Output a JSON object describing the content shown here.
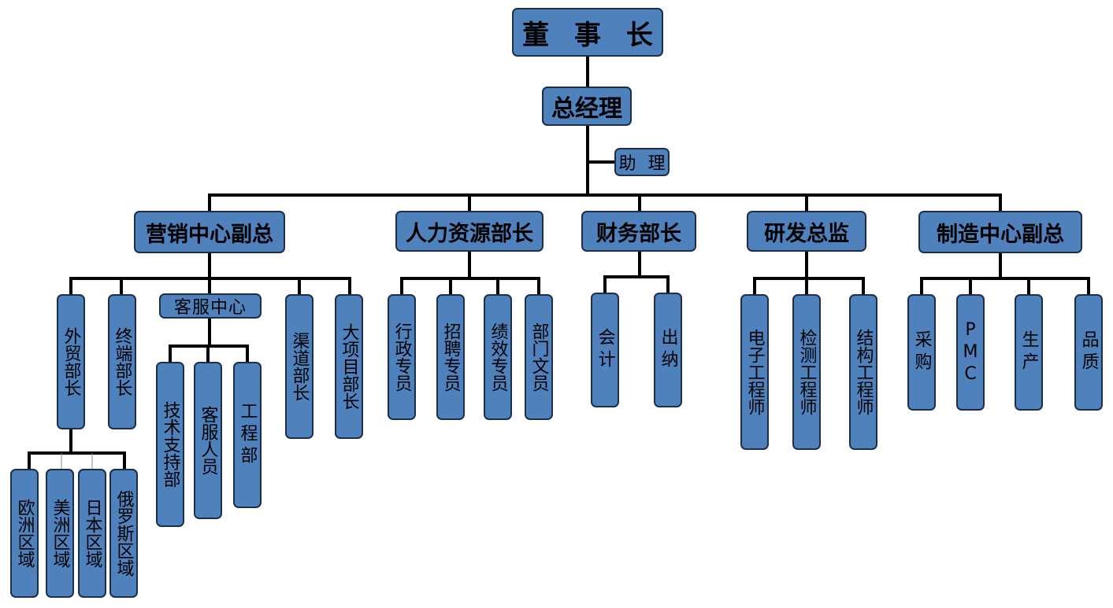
{
  "org": {
    "chairman": "董 事 长",
    "gm": "总经理",
    "assistant": "助 理",
    "departments": {
      "marketing": {
        "title": "营销中心副总",
        "foreign_trade": "外贸部长",
        "terminal": "终端部长",
        "customer_service": "客服中心",
        "channel": "渠道部长",
        "key_projects": "大项目部长",
        "regions": [
          "欧洲区域",
          "美洲区域",
          "日本区域",
          "俄罗斯区域"
        ],
        "cs_units": [
          "技术支持部",
          "客服人员",
          "工程部"
        ]
      },
      "hr": {
        "title": "人力资源部长",
        "units": [
          "行政专员",
          "招聘专员",
          "绩效专员",
          "部门文员"
        ]
      },
      "finance": {
        "title": "财务部长",
        "units": [
          "会计",
          "出纳"
        ]
      },
      "rnd": {
        "title": "研发总监",
        "units": [
          "电子工程师",
          "检测工程师",
          "结构工程师"
        ]
      },
      "manufacturing": {
        "title": "制造中心副总",
        "units": [
          "采购",
          "PMC",
          "生产",
          "品质"
        ]
      }
    }
  }
}
